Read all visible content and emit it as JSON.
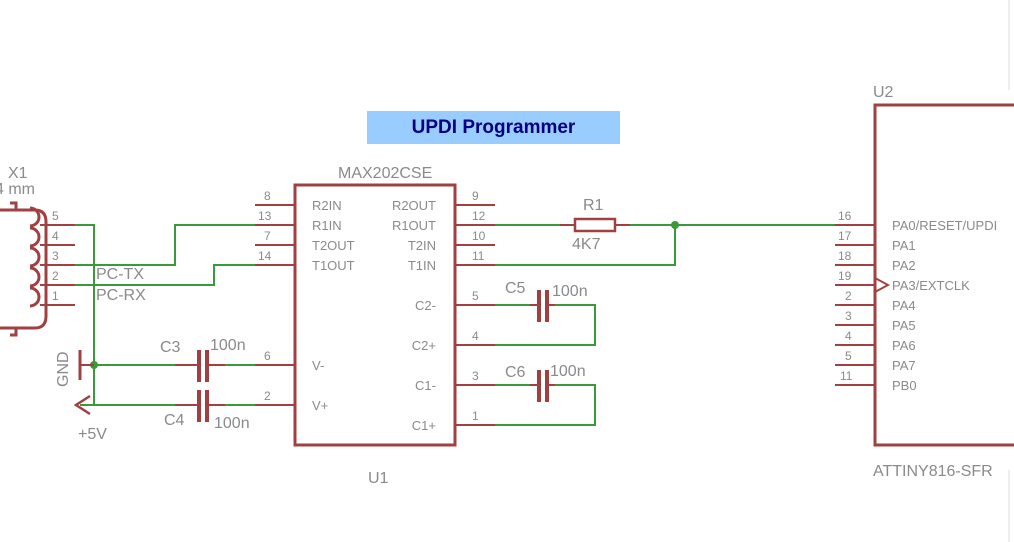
{
  "colors": {
    "symbol": "#a04040",
    "wire": "#3a9a3a",
    "text": "#8a8a8a",
    "title_bg": "#99ccff",
    "title_fg": "#000080"
  },
  "title": "UPDI Programmer",
  "connector": {
    "name": "X1",
    "size_label": "4 mm",
    "pins": [
      "5",
      "4",
      "3",
      "2",
      "1"
    ],
    "net_tx": "PC-TX",
    "net_rx": "PC-RX"
  },
  "power": {
    "gnd": "GND",
    "vcc": "+5V"
  },
  "u1": {
    "part": "MAX202CSE",
    "name": "U1",
    "left_pins": [
      {
        "num": "8",
        "name": "R2IN"
      },
      {
        "num": "13",
        "name": "R1IN"
      },
      {
        "num": "7",
        "name": "T2OUT"
      },
      {
        "num": "14",
        "name": "T1OUT"
      },
      {
        "num": "6",
        "name": "V-"
      },
      {
        "num": "2",
        "name": "V+"
      }
    ],
    "right_pins": [
      {
        "num": "9",
        "name": "R2OUT"
      },
      {
        "num": "12",
        "name": "R1OUT"
      },
      {
        "num": "10",
        "name": "T2IN"
      },
      {
        "num": "11",
        "name": "T1IN"
      },
      {
        "num": "5",
        "name": "C2-"
      },
      {
        "num": "4",
        "name": "C2+"
      },
      {
        "num": "3",
        "name": "C1-"
      },
      {
        "num": "1",
        "name": "C1+"
      }
    ]
  },
  "components": {
    "r1": {
      "name": "R1",
      "value": "4K7"
    },
    "c3": {
      "name": "C3",
      "value": "100n"
    },
    "c4": {
      "name": "C4",
      "value": "100n"
    },
    "c5": {
      "name": "C5",
      "value": "100n"
    },
    "c6": {
      "name": "C6",
      "value": "100n"
    }
  },
  "u2": {
    "name": "U2",
    "part": "ATTINY816-SFR",
    "pins": [
      {
        "num": "16",
        "name": "PA0/RESET/UPDI"
      },
      {
        "num": "17",
        "name": "PA1"
      },
      {
        "num": "18",
        "name": "PA2"
      },
      {
        "num": "19",
        "name": "PA3/EXTCLK"
      },
      {
        "num": "2",
        "name": "PA4"
      },
      {
        "num": "3",
        "name": "PA5"
      },
      {
        "num": "4",
        "name": "PA6"
      },
      {
        "num": "5",
        "name": "PA7"
      },
      {
        "num": "11",
        "name": "PB0"
      }
    ]
  }
}
